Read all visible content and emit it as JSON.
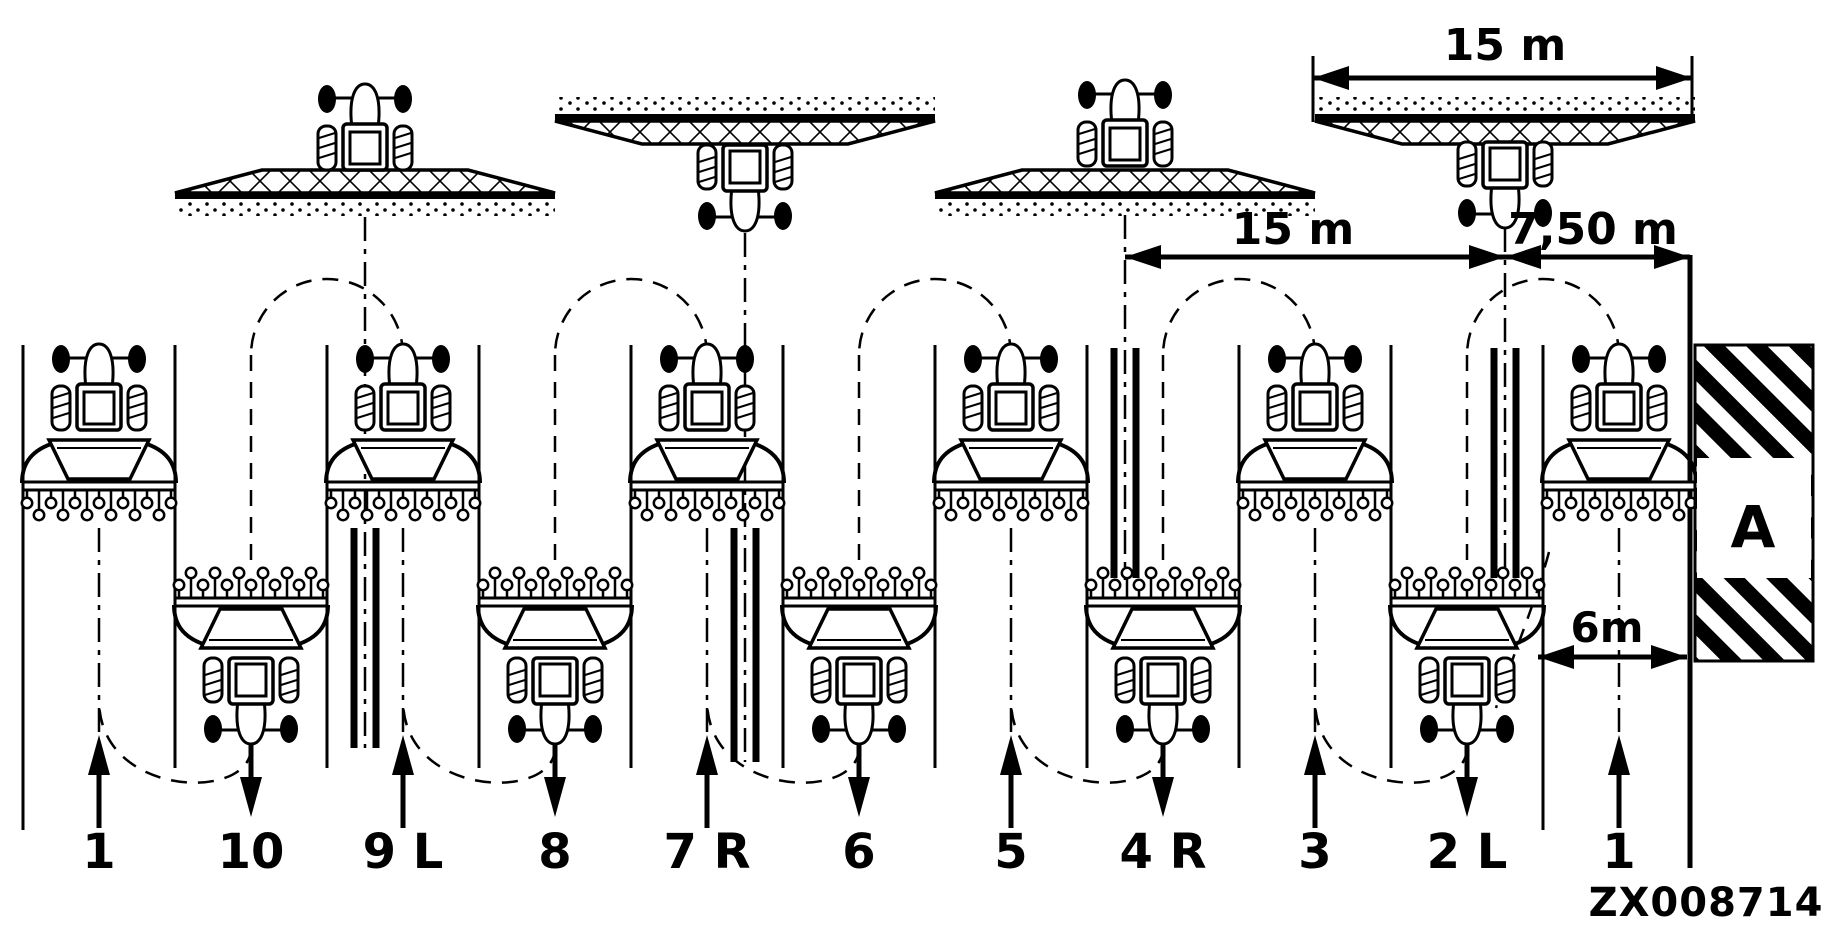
{
  "figure_code": "ZX008714",
  "field_edge_area_label": "A",
  "dimensions": {
    "top_spread_width": "15 m",
    "tramline_spacing": "15 m",
    "edge_half_spacing": "7,50 m",
    "working_width": "6m"
  },
  "lanes": [
    {
      "label": "1",
      "direction": "up"
    },
    {
      "label": "10",
      "direction": "down"
    },
    {
      "label": "9 L",
      "direction": "up",
      "tramline_side": "left"
    },
    {
      "label": "8",
      "direction": "down"
    },
    {
      "label": "7 R",
      "direction": "up",
      "tramline_side": "right"
    },
    {
      "label": "6",
      "direction": "down"
    },
    {
      "label": "5",
      "direction": "up"
    },
    {
      "label": "4 R",
      "direction": "down",
      "tramline_side": "right"
    },
    {
      "label": "3",
      "direction": "up"
    },
    {
      "label": "2 L",
      "direction": "down",
      "tramline_side": "left"
    },
    {
      "label": "1",
      "direction": "up"
    }
  ],
  "colors": {
    "ink": "#000000",
    "background": "#ffffff"
  }
}
